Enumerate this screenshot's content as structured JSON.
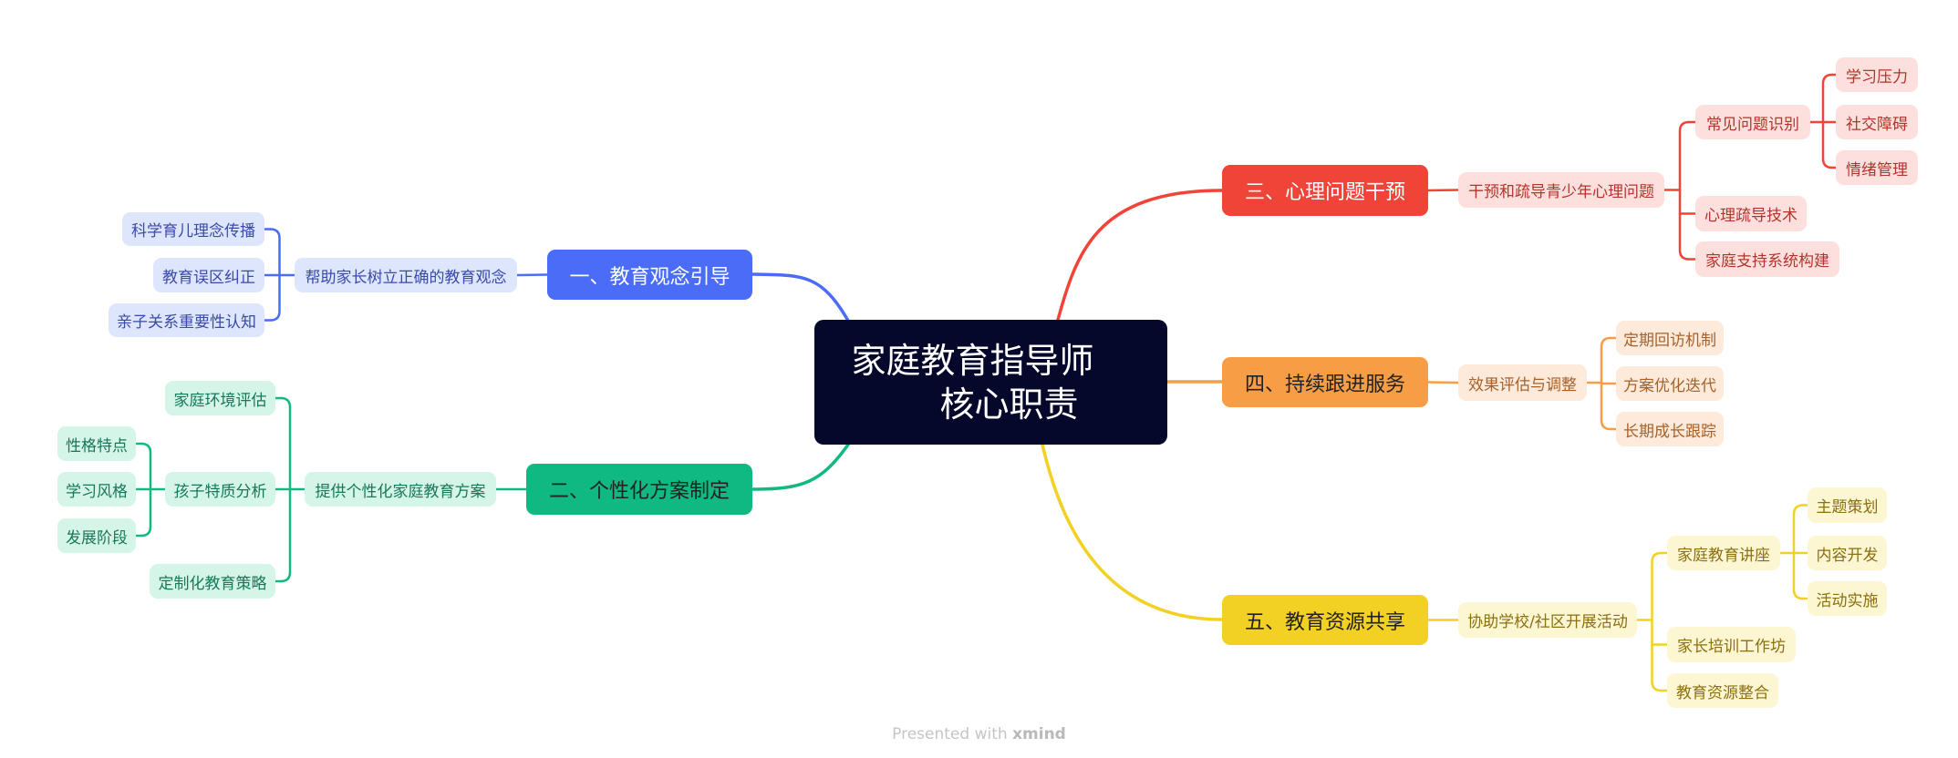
{
  "central": {
    "line1": "家庭教育指导师",
    "line2": "核心职责"
  },
  "colors": {
    "blue": "#4a6cf7",
    "green": "#10b981",
    "red": "#f04438",
    "orange": "#f79d45",
    "yellow": "#f2d024"
  },
  "branches": [
    {
      "key": "b1",
      "title": "一、教育观念引导",
      "color": "#4a6cf7",
      "light": "#dde6fd",
      "text": "#3a4aa8",
      "titleTextDark": false,
      "sub": {
        "label": "帮助家长树立正确的教育观念",
        "items": [
          {
            "label": "科学育儿理念传播"
          },
          {
            "label": "教育误区纠正"
          },
          {
            "label": "亲子关系重要性认知"
          }
        ]
      }
    },
    {
      "key": "b2",
      "title": "二、个性化方案制定",
      "color": "#10b981",
      "light": "#d4f5e7",
      "text": "#17785a",
      "titleTextDark": true,
      "sub": {
        "label": "提供个性化家庭教育方案",
        "items": [
          {
            "label": "家庭环境评估"
          },
          {
            "label": "孩子特质分析",
            "items": [
              {
                "label": "性格特点"
              },
              {
                "label": "学习风格"
              },
              {
                "label": "发展阶段"
              }
            ]
          },
          {
            "label": "定制化教育策略"
          }
        ]
      }
    },
    {
      "key": "b3",
      "title": "三、心理问题干预",
      "color": "#f04438",
      "light": "#fde0de",
      "text": "#b3342a",
      "titleTextDark": false,
      "sub": {
        "label": "干预和疏导青少年心理问题",
        "items": [
          {
            "label": "常见问题识别",
            "items": [
              {
                "label": "学习压力"
              },
              {
                "label": "社交障碍"
              },
              {
                "label": "情绪管理"
              }
            ]
          },
          {
            "label": "心理疏导技术"
          },
          {
            "label": "家庭支持系统构建"
          }
        ]
      }
    },
    {
      "key": "b4",
      "title": "四、持续跟进服务",
      "color": "#f79d45",
      "light": "#fdeadb",
      "text": "#a6612a",
      "titleTextDark": true,
      "sub": {
        "label": "效果评估与调整",
        "items": [
          {
            "label": "定期回访机制"
          },
          {
            "label": "方案优化迭代"
          },
          {
            "label": "长期成长跟踪"
          }
        ]
      }
    },
    {
      "key": "b5",
      "title": "五、教育资源共享",
      "color": "#f2d024",
      "light": "#fdf6d2",
      "text": "#8b6f10",
      "titleTextDark": true,
      "sub": {
        "label": "协助学校/社区开展活动",
        "items": [
          {
            "label": "家庭教育讲座",
            "items": [
              {
                "label": "主题策划"
              },
              {
                "label": "内容开发"
              },
              {
                "label": "活动实施"
              }
            ]
          },
          {
            "label": "家长培训工作坊"
          },
          {
            "label": "教育资源整合"
          }
        ]
      }
    }
  ],
  "footer": {
    "prefix": "Presented with ",
    "brand": "xmind"
  }
}
